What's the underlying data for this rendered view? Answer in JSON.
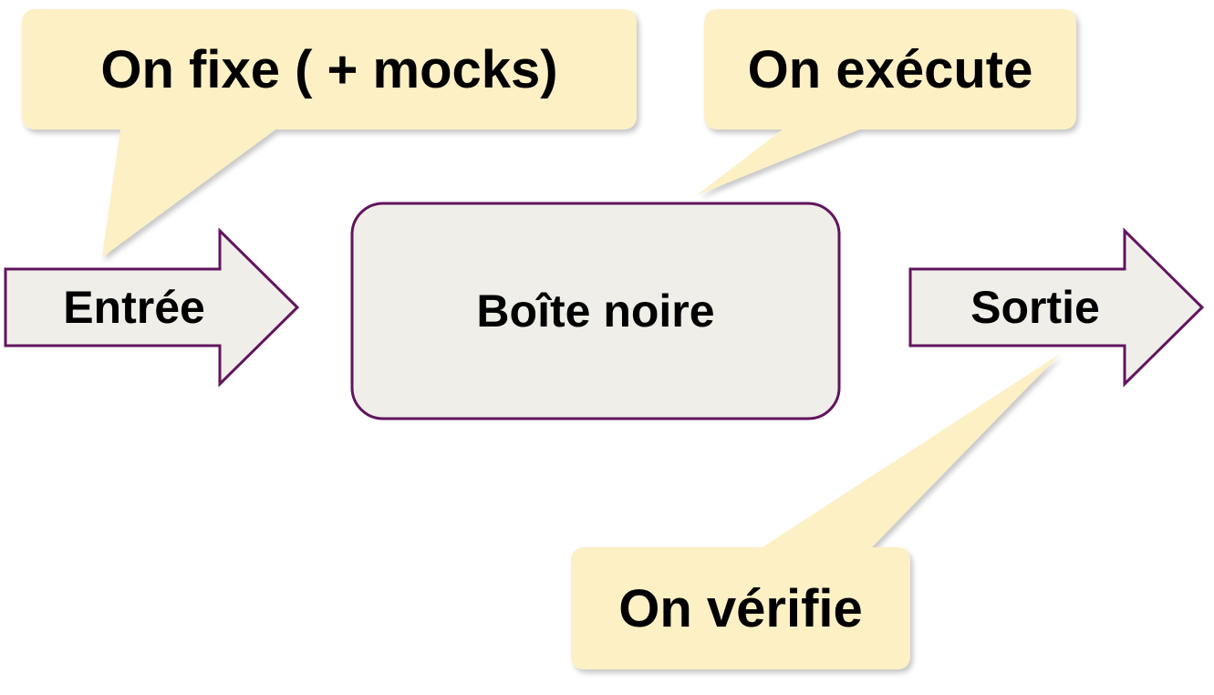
{
  "callouts": {
    "fix": "On fixe ( + mocks)",
    "execute": "On exécute",
    "verify": "On vérifie"
  },
  "nodes": {
    "input": "Entrée",
    "black_box": "Boîte noire",
    "output": "Sortie"
  },
  "colors": {
    "callout_fill": "#fcf0c4",
    "shape_fill": "#efeee8",
    "shape_stroke": "#62145f",
    "text": "#000000"
  }
}
